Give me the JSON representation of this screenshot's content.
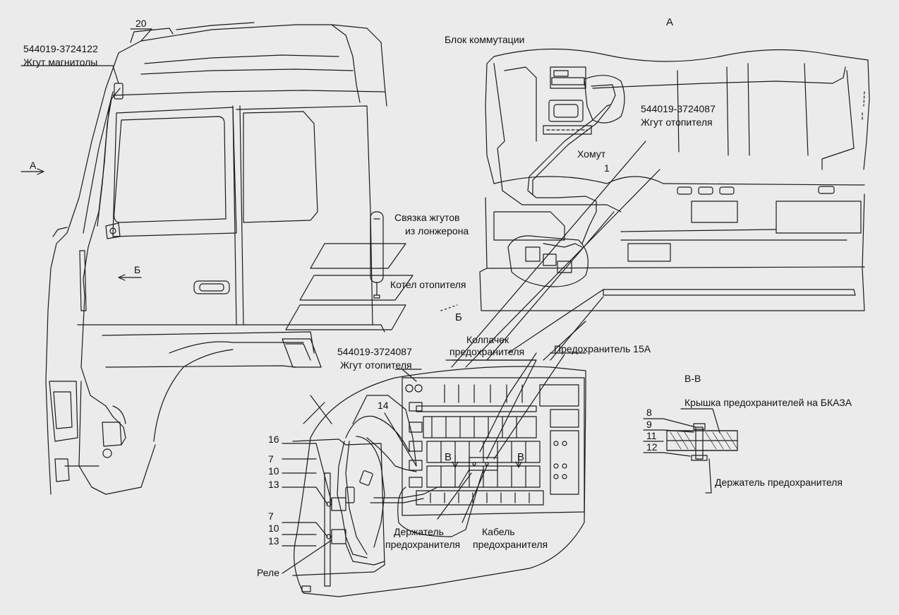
{
  "labels": {
    "top_a": "А",
    "arrow_a": "А",
    "arrow_b_left": "Б",
    "view_b": "Б",
    "n20": "20",
    "radio_code": "544019-3724122",
    "radio_name": "Жгут магнитолы",
    "switch_block": "Блок коммутации",
    "heater_code_top": "544019-3724087",
    "heater_name_top": "Жгут отопителя",
    "clamp": "Хомут",
    "n1": "1",
    "bundle_l1": "Связка жгутов",
    "bundle_l2": "из лонжерона",
    "boiler": "Котел отопителя",
    "cap_l1": "Колпачек",
    "cap_l2": "предохранителя",
    "fuse15": "Предохранитель 15А",
    "heater_code_mid": "544019-3724087",
    "heater_name_mid": "Жгут отопителя",
    "n14": "14",
    "n16": "16",
    "n7a": "7",
    "n10a": "10",
    "n13a": "13",
    "n7b": "7",
    "n10b": "10",
    "n13b": "13",
    "relay": "Реле",
    "holder_l1": "Держатель",
    "holder_l2": "предохранителя",
    "cable_l1": "Кабель",
    "cable_l2": "предохранителя",
    "b_mark_1": "В",
    "b_mark_2": "В",
    "section": "В-В",
    "cover": "Крышка предохранителей на БКАЗА",
    "n8": "8",
    "n9": "9",
    "n11": "11",
    "n12": "12",
    "fuse_holder_right": "Держатель предохранителя"
  }
}
